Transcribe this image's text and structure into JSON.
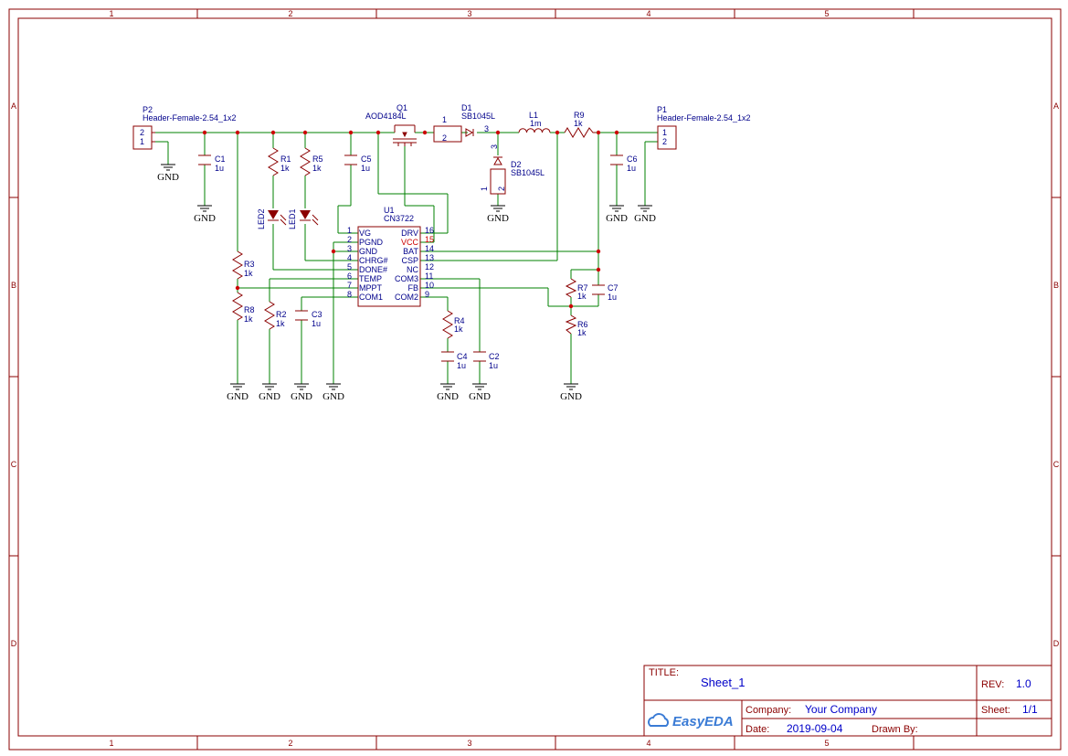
{
  "sheet": {
    "columns": [
      "1",
      "2",
      "3",
      "4",
      "5"
    ],
    "rows": [
      "A",
      "B",
      "C",
      "D"
    ]
  },
  "colors": {
    "frame": "#8b0000",
    "wire": "#008000",
    "component": "#8b0000",
    "text": "#00008b",
    "junction": "#cc0000"
  },
  "gnd_label": "GND",
  "components": {
    "p2": {
      "ref": "P2",
      "value": "Header-Female-2.54_1x2",
      "pins": [
        "2",
        "1"
      ]
    },
    "p1": {
      "ref": "P1",
      "value": "Header-Female-2.54_1x2",
      "pins": [
        "1",
        "2"
      ]
    },
    "q1": {
      "ref": "Q1",
      "value": "AOD4184L"
    },
    "d1": {
      "ref": "D1",
      "value": "SB1045L",
      "pins": [
        "1",
        "2",
        "3"
      ]
    },
    "d2": {
      "ref": "D2",
      "value": "SB1045L",
      "pins": [
        "3",
        "1",
        "2"
      ]
    },
    "l1": {
      "ref": "L1",
      "value": "1m"
    },
    "r9": {
      "ref": "R9",
      "value": "1k"
    },
    "c1": {
      "ref": "C1",
      "value": "1u"
    },
    "r1": {
      "ref": "R1",
      "value": "1k"
    },
    "r5": {
      "ref": "R5",
      "value": "1k"
    },
    "c5": {
      "ref": "C5",
      "value": "1u"
    },
    "c6": {
      "ref": "C6",
      "value": "1u"
    },
    "led2": {
      "ref": "LED2"
    },
    "led1": {
      "ref": "LED1"
    },
    "r3": {
      "ref": "R3",
      "value": "1k"
    },
    "r8": {
      "ref": "R8",
      "value": "1k"
    },
    "r2": {
      "ref": "R2",
      "value": "1k"
    },
    "c3": {
      "ref": "C3",
      "value": "1u"
    },
    "r4": {
      "ref": "R4",
      "value": "1k"
    },
    "c4": {
      "ref": "C4",
      "value": "1u"
    },
    "c2": {
      "ref": "C2",
      "value": "1u"
    },
    "r7": {
      "ref": "R7",
      "value": "1k"
    },
    "c7": {
      "ref": "C7",
      "value": "1u"
    },
    "r6": {
      "ref": "R6",
      "value": "1k"
    }
  },
  "ic": {
    "ref": "U1",
    "value": "CN3722",
    "left_pins": [
      {
        "num": "1",
        "name": "VG"
      },
      {
        "num": "2",
        "name": "PGND"
      },
      {
        "num": "3",
        "name": "GND"
      },
      {
        "num": "4",
        "name": "CHRG#"
      },
      {
        "num": "5",
        "name": "DONE#"
      },
      {
        "num": "6",
        "name": "TEMP"
      },
      {
        "num": "7",
        "name": "MPPT"
      },
      {
        "num": "8",
        "name": "COM1"
      }
    ],
    "right_pins": [
      {
        "num": "16",
        "name": "DRV"
      },
      {
        "num": "15",
        "name": "VCC"
      },
      {
        "num": "14",
        "name": "BAT"
      },
      {
        "num": "13",
        "name": "CSP"
      },
      {
        "num": "12",
        "name": "NC"
      },
      {
        "num": "11",
        "name": "COM3"
      },
      {
        "num": "10",
        "name": "FB"
      },
      {
        "num": "9",
        "name": "COM2"
      }
    ]
  },
  "title_block": {
    "title_label": "TITLE:",
    "title": "Sheet_1",
    "rev_label": "REV:",
    "rev": "1.0",
    "logo": "EasyEDA",
    "company_label": "Company:",
    "company": "Your Company",
    "sheet_label": "Sheet:",
    "sheet": "1/1",
    "date_label": "Date:",
    "date": "2019-09-04",
    "drawn_by_label": "Drawn By:"
  }
}
